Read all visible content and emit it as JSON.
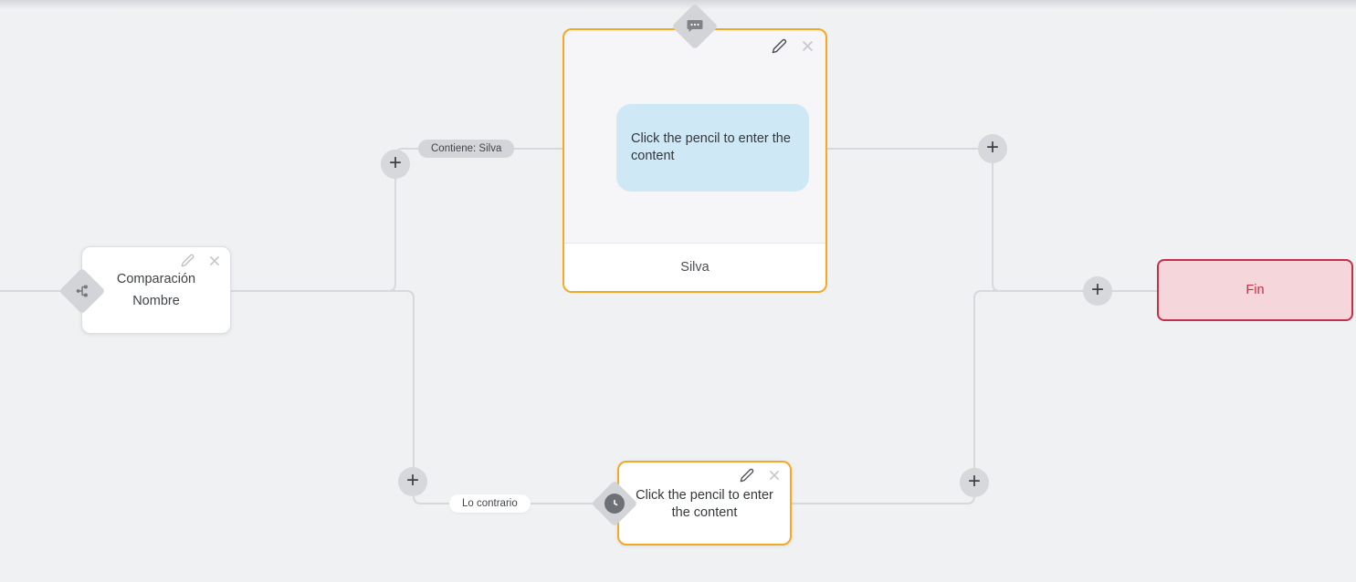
{
  "flow": {
    "nodes": {
      "condition": {
        "title": "Comparación",
        "subtitle": "Nombre",
        "type_icon": "sitemap-icon"
      },
      "message": {
        "bubble_text": "Click the pencil to enter the content",
        "footer_label": "Silva",
        "type_icon": "chat-icon"
      },
      "action": {
        "text": "Click the pencil to enter the content",
        "type_icon": "clock-icon"
      },
      "end": {
        "label": "Fin"
      }
    },
    "edge_labels": {
      "contains": "Contiene: Silva",
      "otherwise": "Lo contrario"
    },
    "controls": {
      "add_label": "+",
      "edit_icon": "pencil-icon",
      "delete_icon": "close-icon"
    },
    "colors": {
      "accent_orange": "#f6a723",
      "end_border_red": "#c2304a",
      "end_background": "#f5d6da",
      "bubble_blue": "#cfe8f6",
      "edge_gray": "#d6d8dc",
      "canvas_background": "#eff1f3"
    }
  }
}
